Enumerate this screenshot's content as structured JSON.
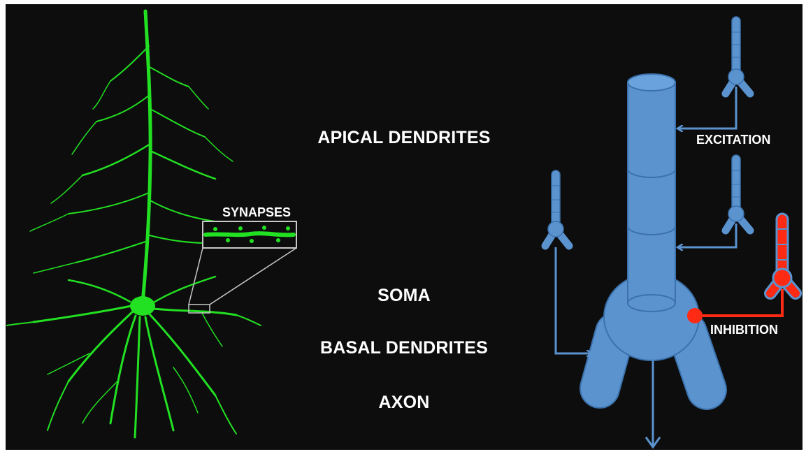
{
  "colors": {
    "background": "#0d0d0d",
    "neuron_green": "#22e022",
    "cell_blue": "#5b93cf",
    "cell_outline": "#3b72ad",
    "inhibitory_red": "#ff2a14",
    "label_white": "#ffffff"
  },
  "labels": {
    "synapses": "SYNAPSES",
    "apical_dendrites": "APICAL DENDRITES",
    "soma": "SOMA",
    "basal_dendrites": "BASAL DENDRITES",
    "axon": "AXON",
    "excitation": "EXCITATION",
    "inhibition": "INHIBITION"
  }
}
